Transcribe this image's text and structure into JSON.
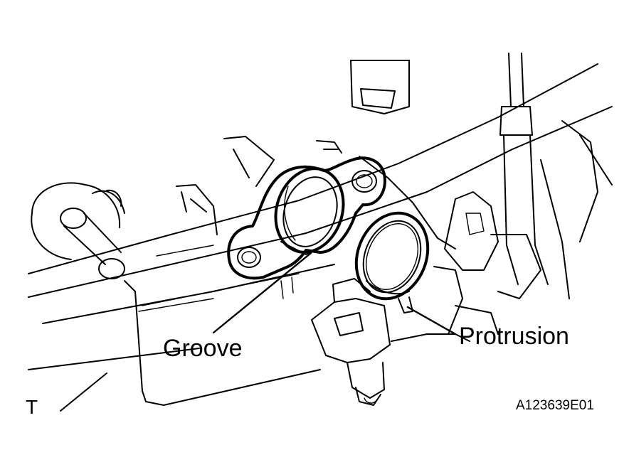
{
  "labels": {
    "groove": "Groove",
    "protrusion": "Protrusion",
    "view_mark": "T",
    "figure_id": "A123639E01"
  },
  "colors": {
    "ink": "#000000",
    "paper": "#ffffff"
  }
}
